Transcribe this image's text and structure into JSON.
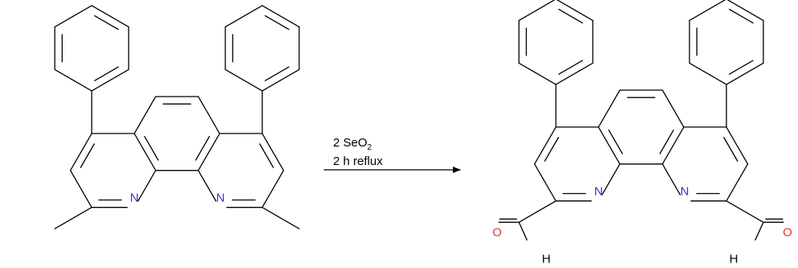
{
  "colors": {
    "bond": "#000000",
    "nitrogen": "#3333cc",
    "oxygen": "#dd3333",
    "text": "#000000"
  },
  "reaction": {
    "conditions": {
      "line1_prefix": "2 SeO",
      "line1_subscript": "2",
      "line2": "2 h reflux"
    }
  },
  "reactant": {
    "atom_labels": {
      "n_left": "N",
      "n_right": "N"
    }
  },
  "product": {
    "atom_labels": {
      "n_left": "N",
      "n_right": "N",
      "o_left": "O",
      "o_right": "O",
      "h_left": "H",
      "h_right": "H"
    }
  }
}
